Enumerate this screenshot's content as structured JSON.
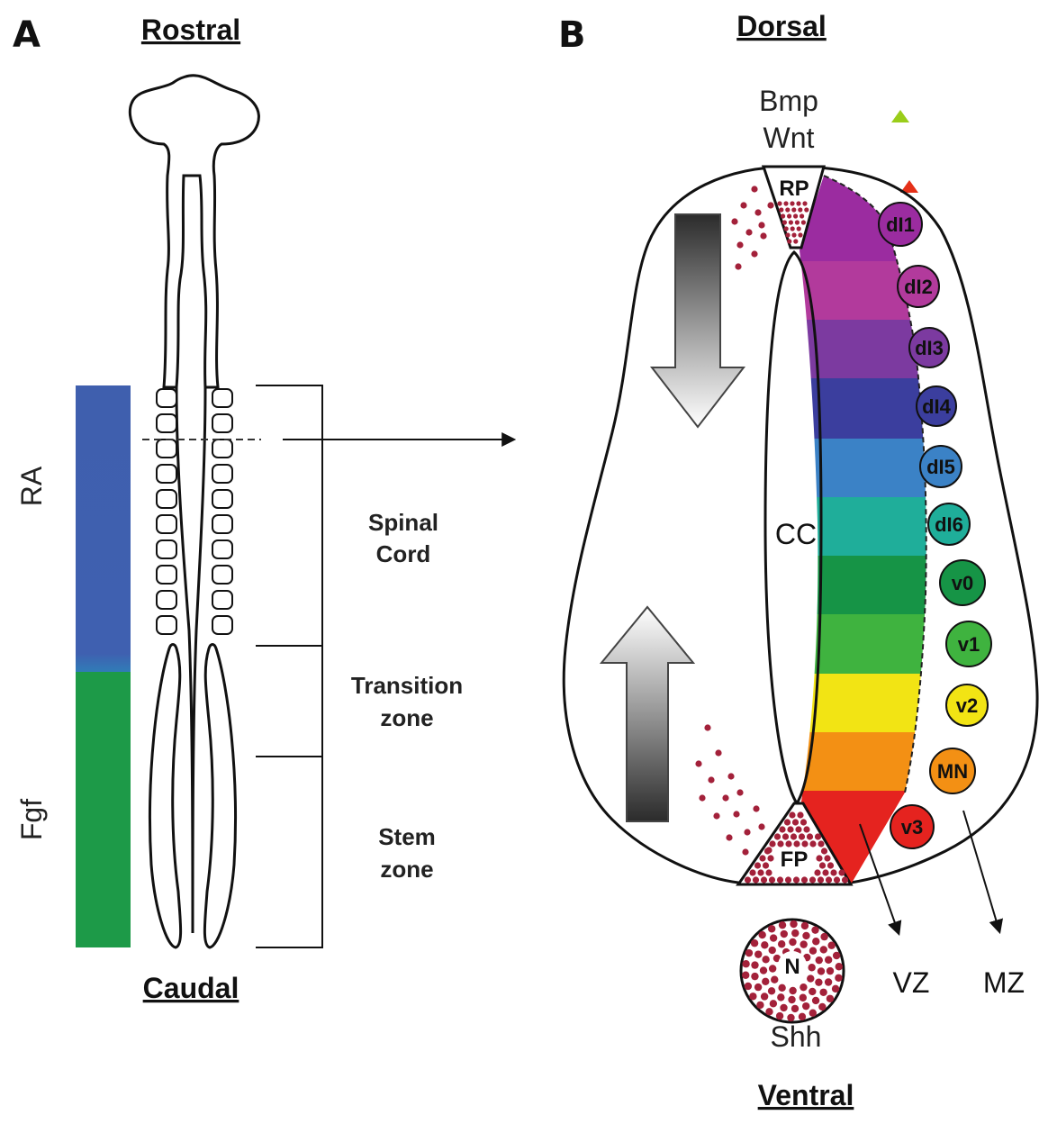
{
  "panel_a": {
    "letter": "A",
    "rostral": "Rostral",
    "caudal": "Caudal",
    "bar_labels": {
      "ra": "RA",
      "fgf": "Fgf"
    },
    "zones": {
      "spinal_cord": [
        "Spinal",
        "Cord"
      ],
      "transition_zone": [
        "Transition",
        "zone"
      ],
      "stem_zone": [
        "Stem",
        "zone"
      ]
    },
    "colors": {
      "ra": "#3f5fae",
      "fgf": "#1d9a48"
    }
  },
  "panel_b": {
    "letter": "B",
    "dorsal": "Dorsal",
    "ventral": "Ventral",
    "signals_top": [
      "Bmp",
      "Wnt"
    ],
    "signal_bottom": "Shh",
    "rp": "RP",
    "fp": "FP",
    "cc": "CC",
    "notochord": "N",
    "vz": "VZ",
    "mz": "MZ",
    "domains": [
      {
        "label": "dI1",
        "color": "#9b2ca0"
      },
      {
        "label": "dI2",
        "color": "#b23a9c"
      },
      {
        "label": "dI3",
        "color": "#7c3aa0"
      },
      {
        "label": "dI4",
        "color": "#3b3e9e"
      },
      {
        "label": "dI5",
        "color": "#3b82c6"
      },
      {
        "label": "dI6",
        "color": "#1fae9a"
      },
      {
        "label": "v0",
        "color": "#169446"
      },
      {
        "label": "v1",
        "color": "#3fb33f"
      },
      {
        "label": "v2",
        "color": "#f2e414"
      },
      {
        "label": "MN",
        "color": "#f39014"
      },
      {
        "label": "v3",
        "color": "#e5231f"
      }
    ],
    "marker_colors": {
      "green_triangle": "#9acd1a",
      "red_triangle": "#e53018"
    },
    "dot_color": "#a3213a"
  }
}
